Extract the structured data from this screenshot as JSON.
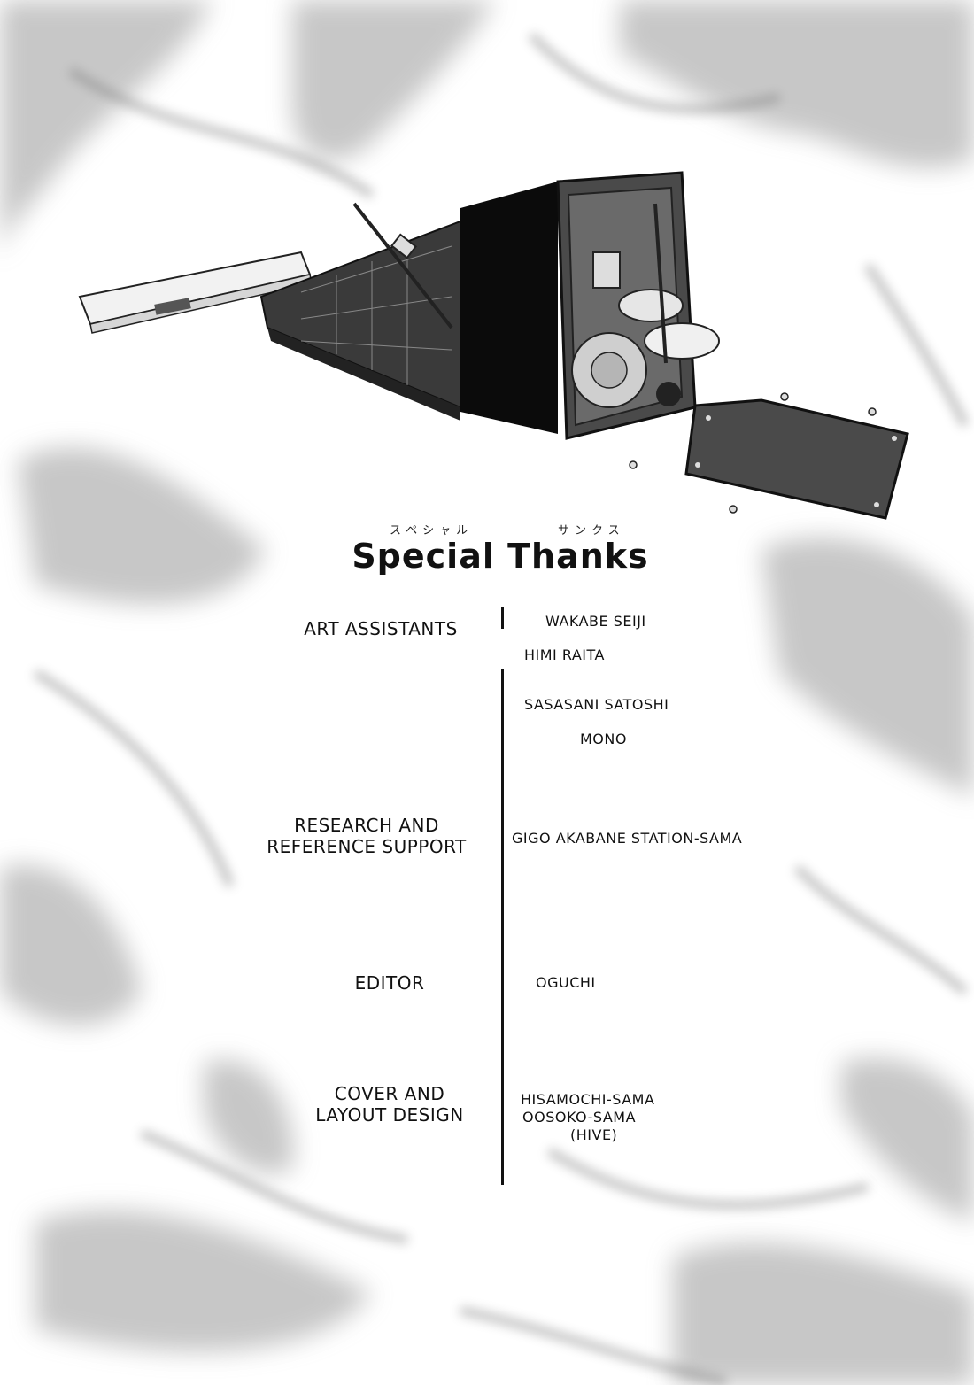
{
  "furigana": {
    "special": "スペシャル",
    "thanks": "サンクス"
  },
  "title": "Special Thanks",
  "credits": {
    "art_assistants": {
      "label": "ART ASSISTANTS",
      "names": [
        "WAKABE SEIJI",
        "HIMI RAITA",
        "SASASANI SATOSHI",
        "MONO"
      ]
    },
    "research": {
      "label_line1": "RESEARCH AND",
      "label_line2": "REFERENCE SUPPORT",
      "names": [
        "GIGO AKABANE STATION-SAMA"
      ]
    },
    "editor": {
      "label": "EDITOR",
      "names": [
        "OGUCHI"
      ]
    },
    "cover": {
      "label_line1": "COVER AND",
      "label_line2": "LAYOUT DESIGN",
      "names": [
        "HISAMOCHI-SAMA",
        "OOSOKO-SAMA",
        "(HIVE)"
      ]
    }
  },
  "colors": {
    "ink": "#111111",
    "smoke": "#8a8a8a",
    "paper": "#ffffff"
  }
}
